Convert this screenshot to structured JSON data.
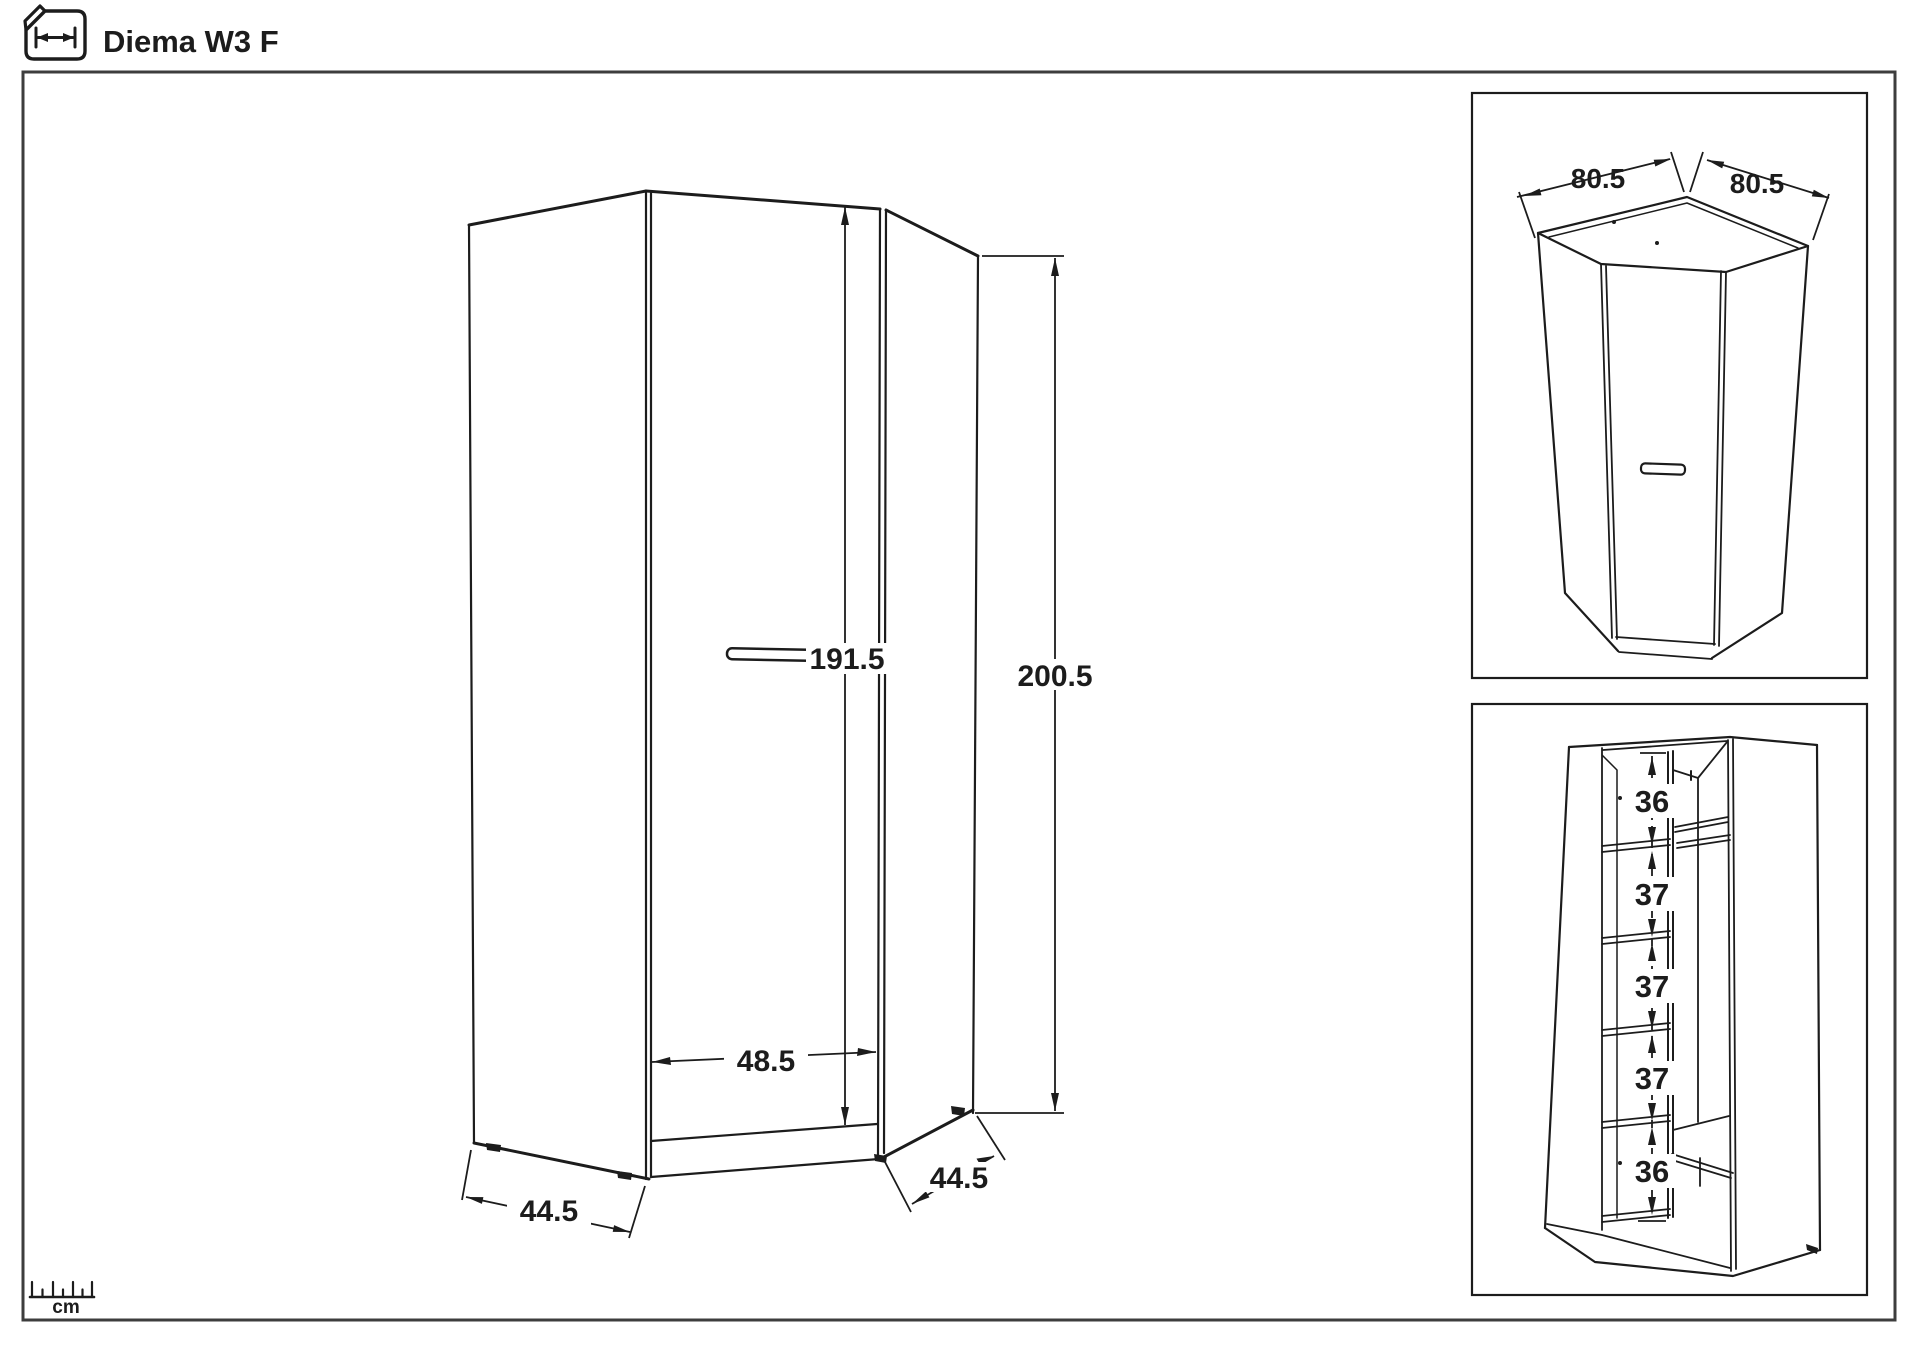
{
  "header": {
    "title": "Diema W3 F",
    "icon": "dimension-arrow-icon"
  },
  "main_view": {
    "dims": {
      "door_height": "191.5",
      "total_height": "200.5",
      "door_width": "48.5",
      "left_side_depth": "44.5",
      "right_side_depth": "44.5"
    }
  },
  "top_view": {
    "dims": {
      "left_width": "80.5",
      "right_width": "80.5"
    }
  },
  "interior_view": {
    "section_heights": [
      "36",
      "37",
      "37",
      "37",
      "36"
    ]
  },
  "footer": {
    "unit_label": "cm",
    "icon": "ruler-icon"
  },
  "colors": {
    "line": "#1c1c1c",
    "title_text": "#8c8c8c",
    "frame_border": "#3d3d3d",
    "background": "#ffffff"
  }
}
